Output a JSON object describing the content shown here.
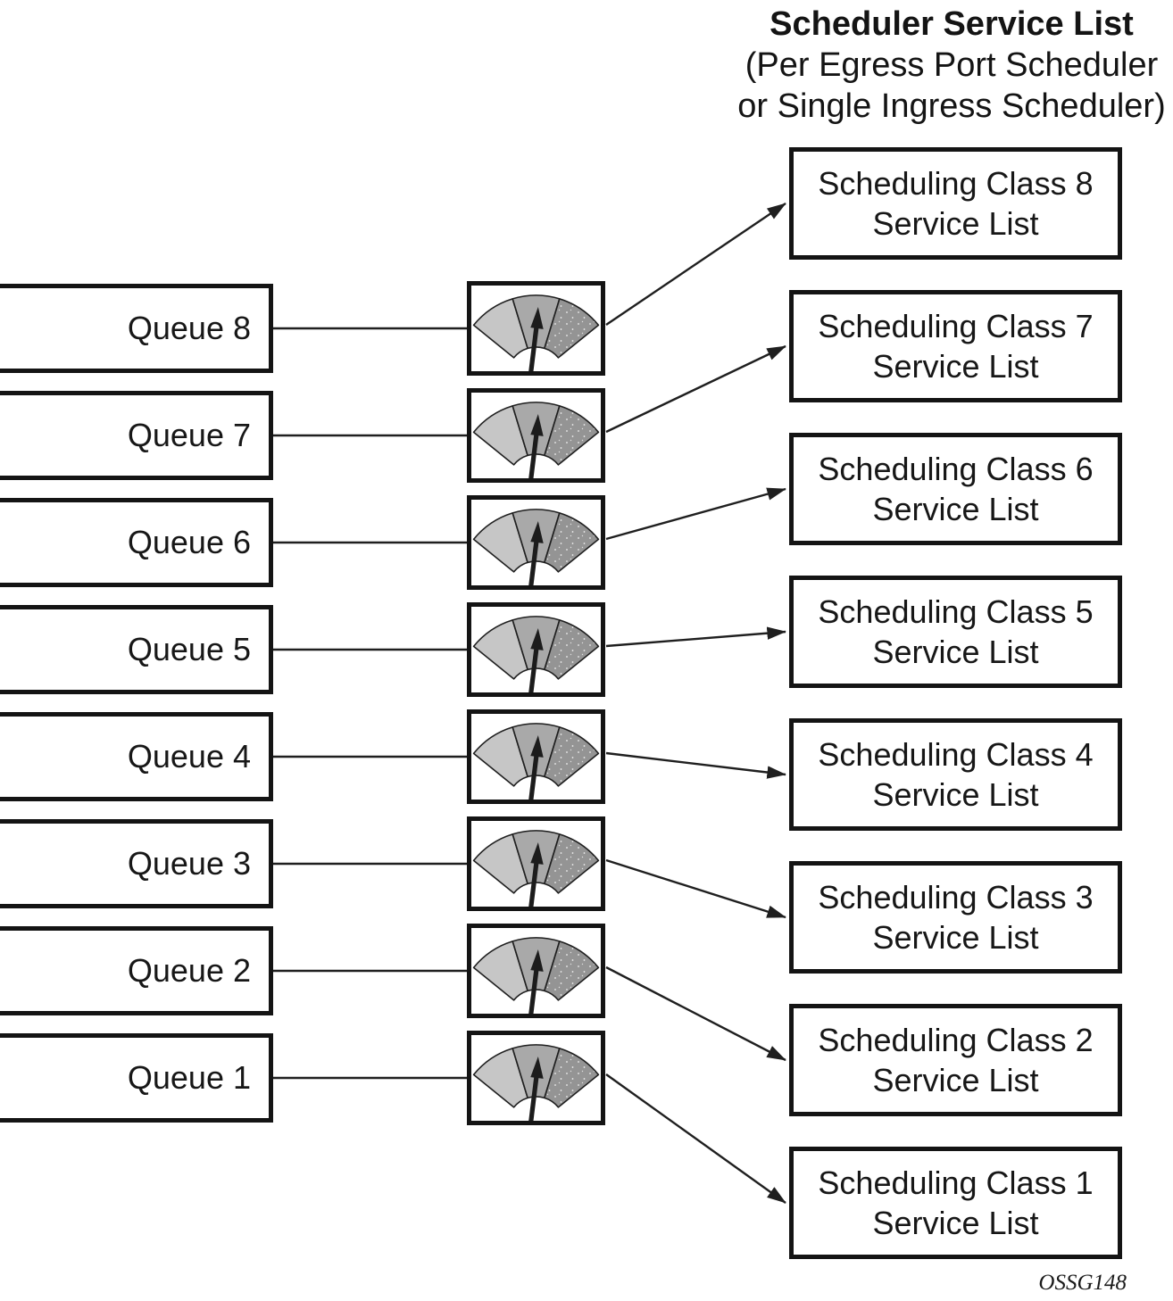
{
  "title": {
    "line1": "Scheduler Service List",
    "line2": "(Per Egress Port Scheduler",
    "line3": "or Single Ingress Scheduler)"
  },
  "queues": [
    {
      "label": "Queue 8"
    },
    {
      "label": "Queue 7"
    },
    {
      "label": "Queue 6"
    },
    {
      "label": "Queue 5"
    },
    {
      "label": "Queue 4"
    },
    {
      "label": "Queue 3"
    },
    {
      "label": "Queue 2"
    },
    {
      "label": "Queue 1"
    }
  ],
  "scheduling_classes": [
    {
      "title": "Scheduling Class 8",
      "subtitle": "Service List"
    },
    {
      "title": "Scheduling Class 7",
      "subtitle": "Service List"
    },
    {
      "title": "Scheduling Class 6",
      "subtitle": "Service List"
    },
    {
      "title": "Scheduling Class 5",
      "subtitle": "Service List"
    },
    {
      "title": "Scheduling Class 4",
      "subtitle": "Service List"
    },
    {
      "title": "Scheduling Class 3",
      "subtitle": "Service List"
    },
    {
      "title": "Scheduling Class 2",
      "subtitle": "Service List"
    },
    {
      "title": "Scheduling Class 1",
      "subtitle": "Service List"
    }
  ],
  "icons": {
    "gauge": "dial-gauge-icon"
  },
  "footer": {
    "figure_code": "OSSG148"
  },
  "colors": {
    "gauge_light": "#c6c6c6",
    "gauge_mid": "#a9a9a9",
    "gauge_dark": "#949494",
    "outline": "#1f1f1f",
    "needle": "#1c1c1c"
  }
}
